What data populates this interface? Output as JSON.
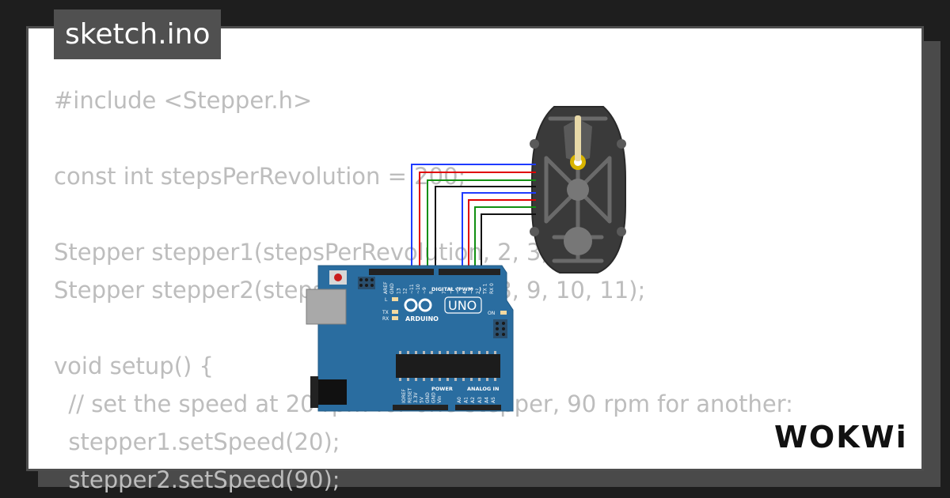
{
  "tab": {
    "filename": "sketch.ino"
  },
  "code": {
    "lines": [
      "#include <Stepper.h>",
      "",
      "const int stepsPerRevolution = 200;",
      "",
      "Stepper stepper1(stepsPerRevolution, 2, 3, 4, 5);",
      "Stepper stepper2(stepsPerRevolution, 8, 9, 10, 11);",
      "",
      "void setup() {",
      "  // set the speed at 20 rpm for one stepper, 90 rpm for another:",
      "  stepper1.setSpeed(20);",
      "  stepper2.setSpeed(90);"
    ]
  },
  "board": {
    "brand": "ARDUINO",
    "model": "UNO",
    "digital_label": "DIGITAL (PWM ~)",
    "power_label": "POWER",
    "analog_label": "ANALOG IN",
    "led_l": "L",
    "led_tx": "TX",
    "led_rx": "RX",
    "led_on": "ON",
    "digital_pins": [
      "AREF",
      "GND",
      "13",
      "12",
      "~11",
      "~10",
      "~9",
      "8",
      "7",
      "~6",
      "~5",
      "4",
      "~3",
      "2",
      "TX 1",
      "RX 0"
    ],
    "power_pins": [
      "IOREF",
      "RESET",
      "3.3V",
      "5V",
      "GND",
      "GND",
      "Vin"
    ],
    "analog_pins": [
      "A0",
      "A1",
      "A2",
      "A3",
      "A4",
      "A5"
    ]
  },
  "colors": {
    "board": "#2a6da0",
    "wire_blue": "#1f3bff",
    "wire_red": "#e00000",
    "wire_green": "#128f12",
    "wire_black": "#111111",
    "motor": "#3b3b3b",
    "code_text": "#bdbdbd"
  },
  "logo": {
    "text": "WOKWi"
  }
}
